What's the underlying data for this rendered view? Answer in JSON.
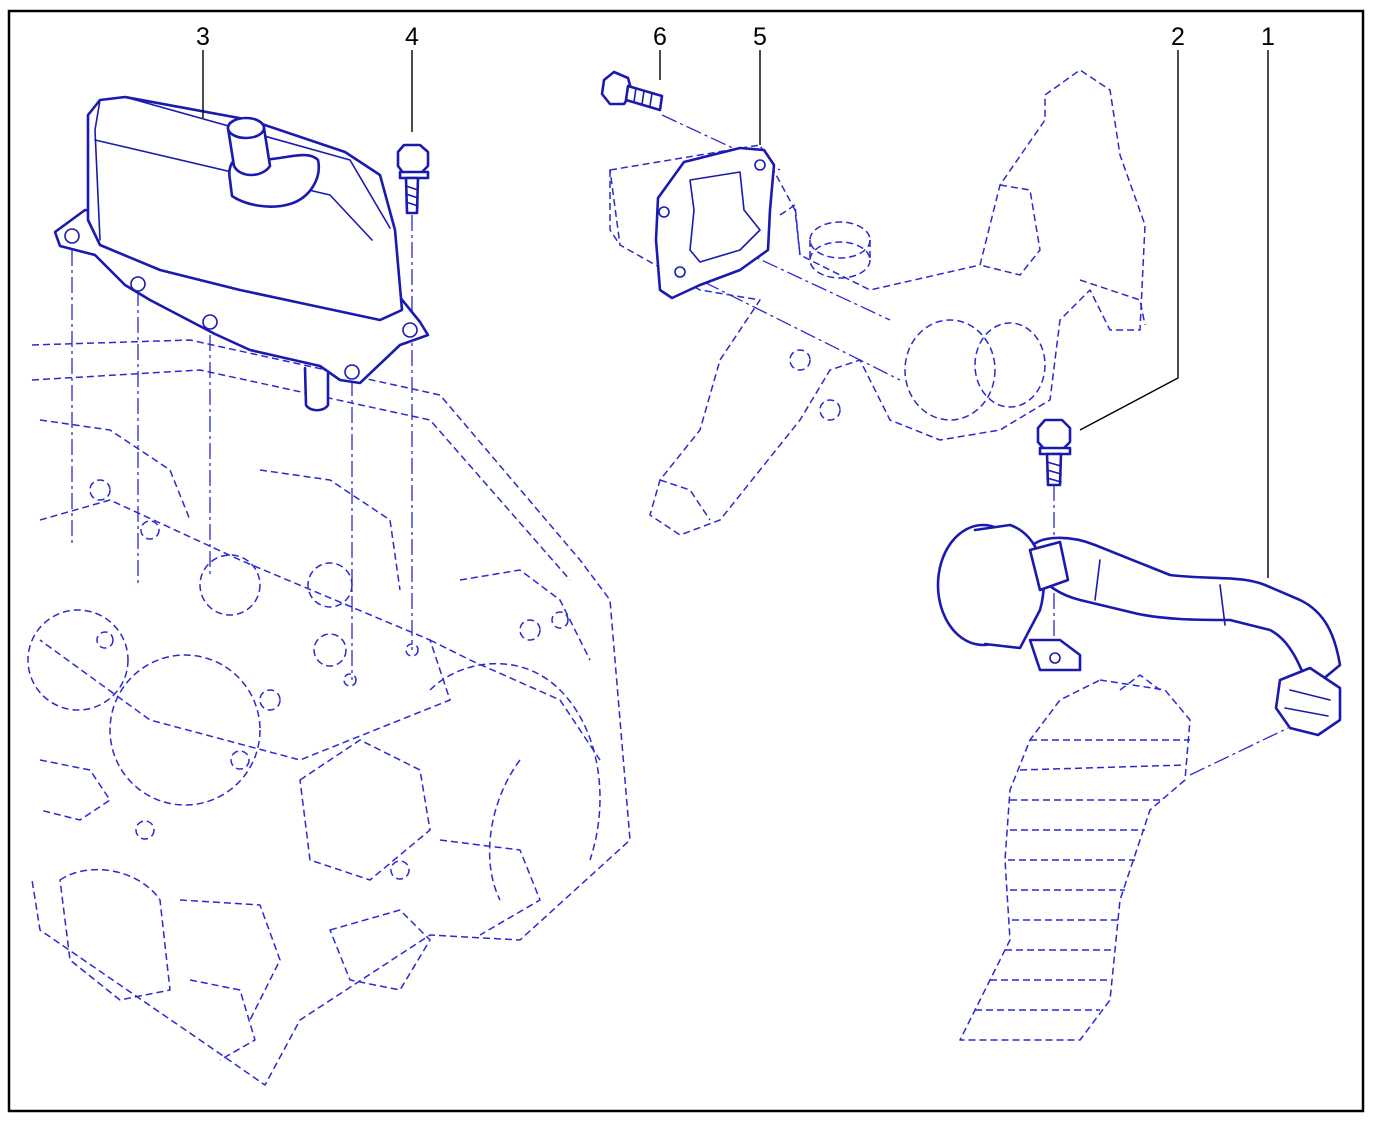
{
  "callouts": {
    "c1": "1",
    "c2": "2",
    "c3": "3",
    "c4": "4",
    "c5": "5",
    "c6": "6"
  },
  "colors": {
    "line": "#1a1ab0",
    "leader": "#000000",
    "frame": "#000000",
    "background": "#ffffff"
  }
}
